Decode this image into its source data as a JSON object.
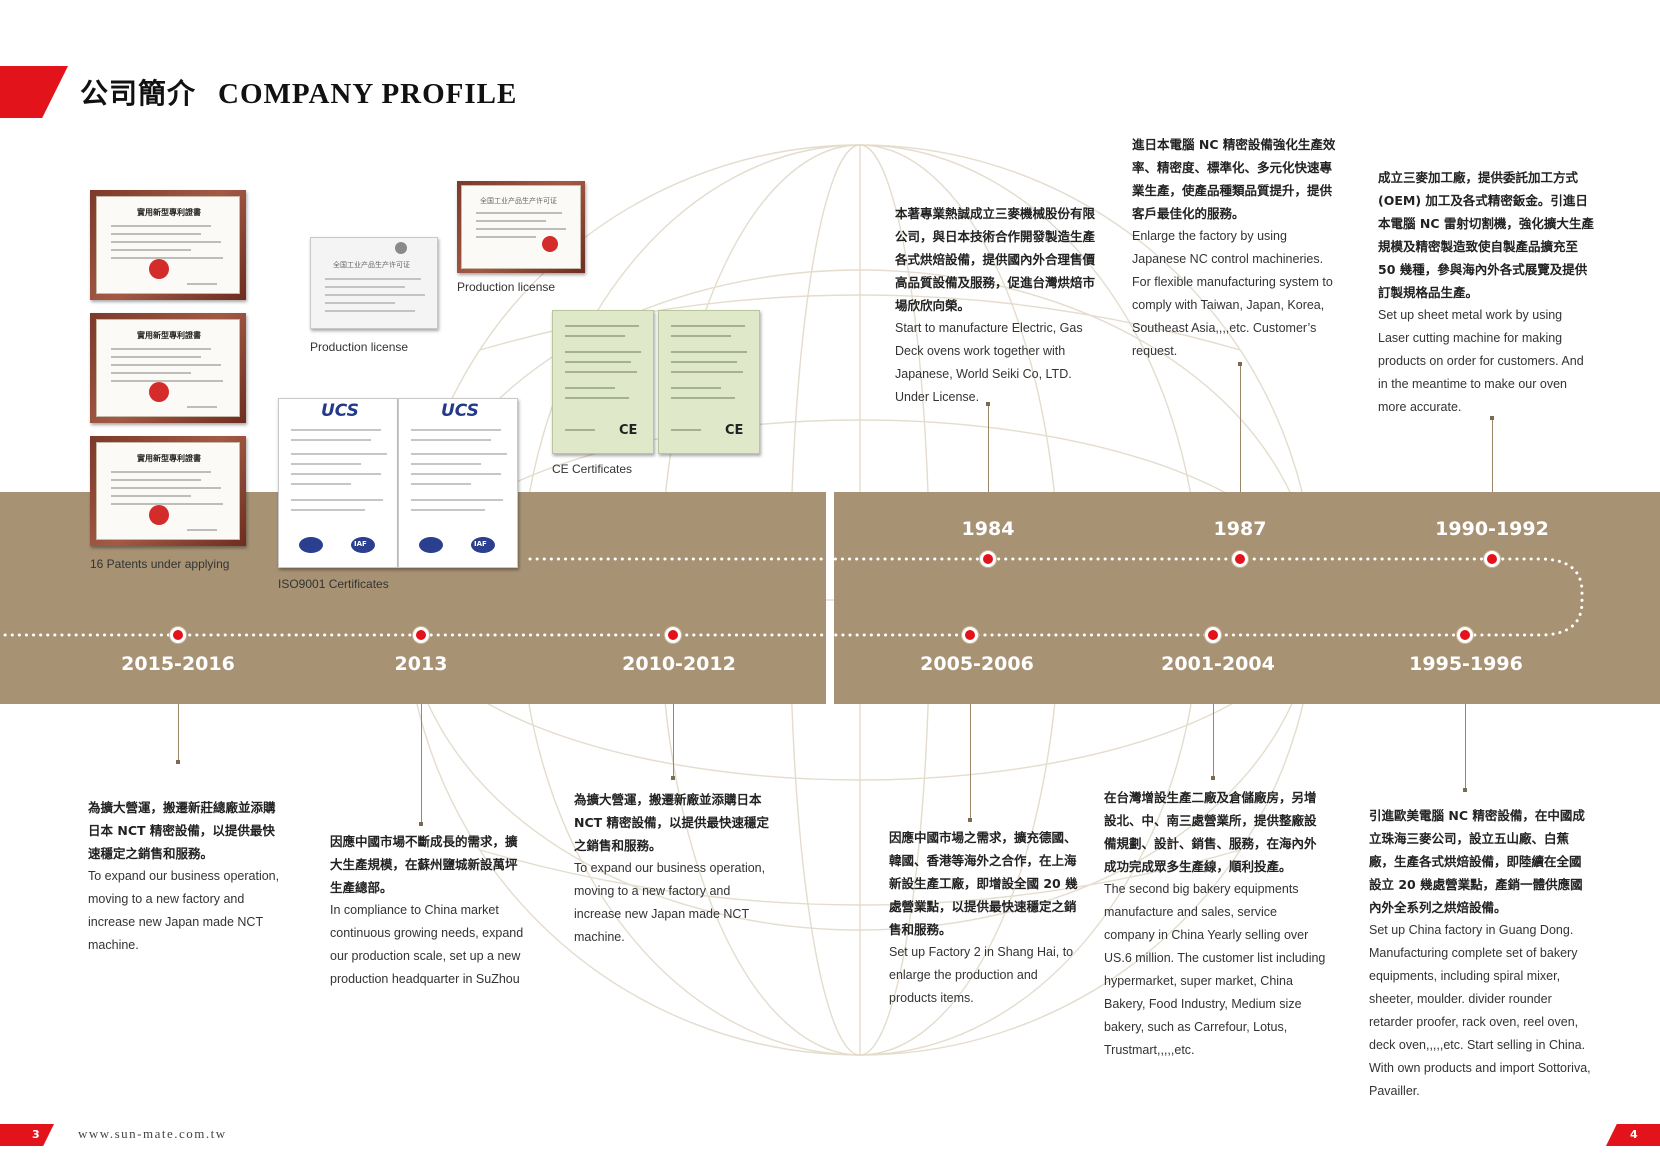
{
  "header": {
    "title_zh": "公司簡介",
    "title_en": "COMPANY PROFILE"
  },
  "certificates": {
    "patents_caption": "16 Patents under applying",
    "production_license_1": "Production license",
    "production_license_2": "Production license",
    "ce_caption": "CE Certificates",
    "iso_caption": "ISO9001 Certificates",
    "patent_cert_title": "實用新型專利證書",
    "production_cert_title": "全国工业产品生产许可证",
    "ucs_logo": "UCS",
    "ce_mark": "CE",
    "iaf_mark": "IAF"
  },
  "timeline": {
    "top": [
      {
        "year": "1984",
        "zh": "本著專業熱誠成立三麥機械股份有限公司，與日本技術合作開發製造生產各式烘焙設備，提供國內外合理售價高品質設備及服務，促進台灣烘焙市場欣欣向榮。",
        "en": "Start to manufacture Electric, Gas Deck ovens work together with Japanese, World Seiki Co, LTD. Under License."
      },
      {
        "year": "1987",
        "zh": "進日本電腦 NC 精密設備強化生產效率、精密度、標準化、多元化快速專業生產，使產品種類品質提升，提供客戶最佳化的服務。",
        "en": "Enlarge the factory by using Japanese NC control machineries. For flexible manufacturing system to comply with Taiwan, Japan, Korea, Southeast Asia,,,,etc. Customer’s request."
      },
      {
        "year": "1990-1992",
        "zh": "成立三麥加工廠，提供委託加工方式 (OEM) 加工及各式精密鈑金。引進日本電腦 NC 雷射切割機，強化擴大生產規模及精密製造致使自製產品擴充至 50 幾種，參與海內外各式展覽及提供訂製規格品生產。",
        "en": "Set up sheet metal work by using Laser cutting machine for making products on order for customers. And in the meantime to make our oven more accurate."
      }
    ],
    "bottom": [
      {
        "year": "2015-2016",
        "zh": "為擴大營運，搬遷新莊總廠並添購日本 NCT 精密設備，以提供最快速穩定之銷售和服務。",
        "en": "To expand our business operation, moving to a new factory and increase new Japan made NCT machine."
      },
      {
        "year": "2013",
        "zh": "因應中國市場不斷成長的需求，擴大生產規模，在蘇州鹽城新設萬坪生產總部。",
        "en": "In compliance to China market continuous growing needs, expand our production scale, set up a new production headquarter in SuZhou"
      },
      {
        "year": "2010-2012",
        "zh": "為擴大營運，搬遷新廠並添購日本 NCT 精密設備，以提供最快速穩定之銷售和服務。",
        "en": "To expand our business operation, moving to a new factory and increase new Japan made NCT machine."
      },
      {
        "year": "2005-2006",
        "zh": "因應中國市場之需求，擴充德國、韓國、香港等海外之合作，在上海新設生產工廠，即增設全國 20 幾處營業點，以提供最快速穩定之銷售和服務。",
        "en": "Set up Factory 2 in Shang Hai, to enlarge the production and products items."
      },
      {
        "year": "2001-2004",
        "zh": "在台灣增設生產二廠及倉儲廠房，另增設北、中、南三處營業所，提供整廠設備規劃、設計、銷售、服務，在海內外成功完成眾多生產線，順利投產。",
        "en": "The second big bakery equipments manufacture and sales, service company in China Yearly selling over US.6 million. The customer list including hypermarket, super market, China Bakery, Food Industry, Medium size bakery, such as Carrefour, Lotus, Trustmart,,,,,etc."
      },
      {
        "year": "1995-1996",
        "zh": "引進歐美電腦 NC 精密設備，在中國成立珠海三麥公司，設立五山廠、白蕉廠，生產各式烘焙設備，即陸續在全國設立 20 幾處營業點，產銷一體供應國內外全系列之烘焙設備。",
        "en": "Set up China factory in Guang Dong. Manufacturing complete set of bakery equipments, including spiral mixer, sheeter, moulder. divider rounder retarder proofer, rack oven, reel oven, deck oven,,,,,etc. Start selling in China. With own products and import Sottoriva, Pavailler."
      }
    ]
  },
  "footer": {
    "page_left": "3",
    "page_right": "4",
    "url": "www.sun-mate.com.tw"
  },
  "colors": {
    "accent_red": "#e3131b",
    "band_tan": "#a79274"
  }
}
